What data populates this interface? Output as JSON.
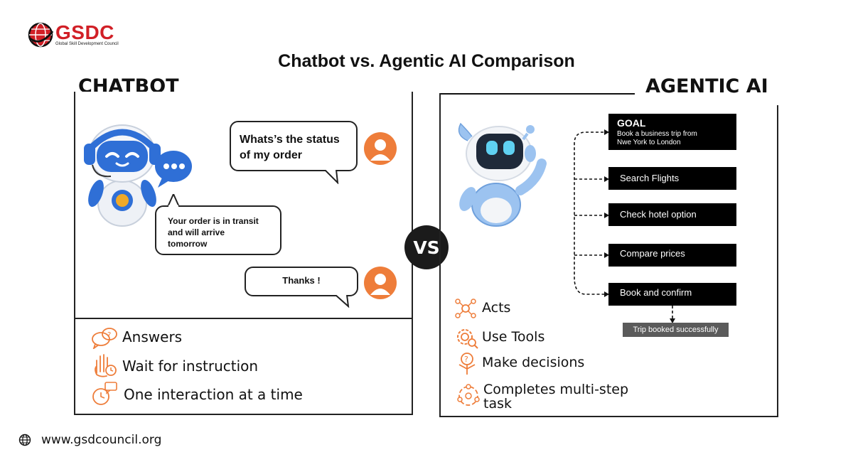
{
  "brand": {
    "logo_text": "GSDC",
    "logo_subtitle": "Global Skill Development Council",
    "accent": "#d11f26"
  },
  "title": "Chatbot vs. Agentic AI Comparison",
  "vs_label": "VS",
  "chatbot": {
    "heading": "CHATBOT",
    "chat": {
      "user_message_1": [
        "Whats’s the status",
        "of my order"
      ],
      "bot_reply": [
        "Your order is in transit",
        "and will arrive",
        "tomorrow"
      ],
      "user_message_2": "Thanks !"
    },
    "features": [
      {
        "label": "Answers",
        "icon": "speech-bubbles-icon"
      },
      {
        "label": "Wait for instruction",
        "icon": "hand-clock-icon"
      },
      {
        "label": "One interaction at a time",
        "icon": "clock-chat-icon"
      }
    ]
  },
  "agentic": {
    "heading": "AGENTIC AI",
    "goal": {
      "label": "GOAL",
      "text": [
        "Book a business trip from",
        "Nwe York to London"
      ]
    },
    "steps": [
      "Search Flights",
      "Check hotel option",
      "Compare prices",
      "Book and confirm"
    ],
    "result": "Trip booked successfully",
    "features": [
      {
        "label": "Acts",
        "icon": "network-gear-icon"
      },
      {
        "label": "Use Tools",
        "icon": "gear-search-icon"
      },
      {
        "label": "Make decisions",
        "icon": "question-decision-icon"
      },
      {
        "label": [
          "Completes multi-step",
          "task"
        ],
        "icon": "cycle-steps-icon"
      }
    ]
  },
  "footer": {
    "url": "www.gsdcouncil.org",
    "icon": "globe-icon"
  },
  "colors": {
    "orange": "#ee7d3a",
    "robot_blue": "#2f6fd6",
    "dark": "#111111"
  }
}
